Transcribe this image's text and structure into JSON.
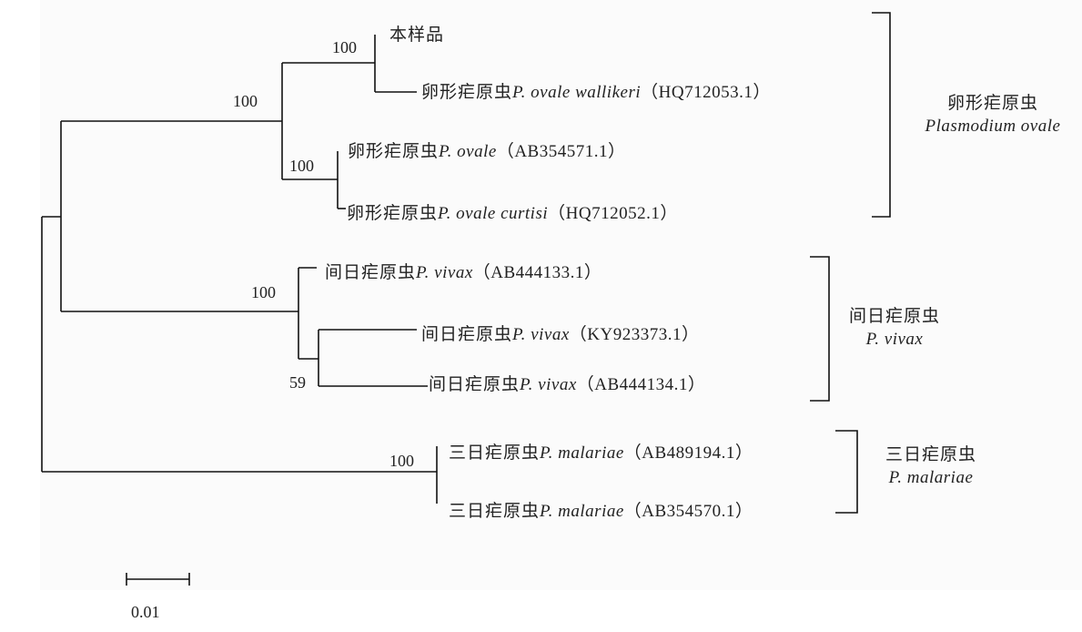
{
  "taxa": [
    {
      "cn": "本样品",
      "sci": "",
      "acc": ""
    },
    {
      "cn": "卵形疟原虫",
      "sci": "P. ovale  wallikeri",
      "acc": "（HQ712053.1）"
    },
    {
      "cn": "卵形疟原虫",
      "sci": "P. ovale",
      "acc": "（AB354571.1）"
    },
    {
      "cn": "卵形疟原虫",
      "sci": "P. ovale  curtisi",
      "acc": "（HQ712052.1）"
    },
    {
      "cn": "间日疟原虫",
      "sci": "P. vivax",
      "acc": "（AB444133.1）"
    },
    {
      "cn": "间日疟原虫",
      "sci": "P. vivax",
      "acc": "（KY923373.1）"
    },
    {
      "cn": "间日疟原虫",
      "sci": "P. vivax",
      "acc": "（AB444134.1）"
    },
    {
      "cn": "三日疟原虫",
      "sci": "P. malariae",
      "acc": "（AB489194.1）"
    },
    {
      "cn": "三日疟原虫",
      "sci": "P. malariae",
      "acc": "（AB354570.1）"
    }
  ],
  "bootstrap": {
    "b_sample_wallikeri": "100",
    "b_ovale_group": "100",
    "b_ovale_curtisi": "100",
    "b_vivax_group": "100",
    "b_vivax_sub": "59",
    "b_malariae": "100"
  },
  "clades": [
    {
      "cn": "卵形疟原虫",
      "sci": "Plasmodium  ovale"
    },
    {
      "cn": "间日疟原虫",
      "sci": "P. vivax"
    },
    {
      "cn": "三日疟原虫",
      "sci": "P. malariae"
    }
  ],
  "scale_bar": {
    "label": "0.01",
    "length": 0.01
  },
  "colors": {
    "line": "#111111",
    "background": "#fbfbfb"
  }
}
